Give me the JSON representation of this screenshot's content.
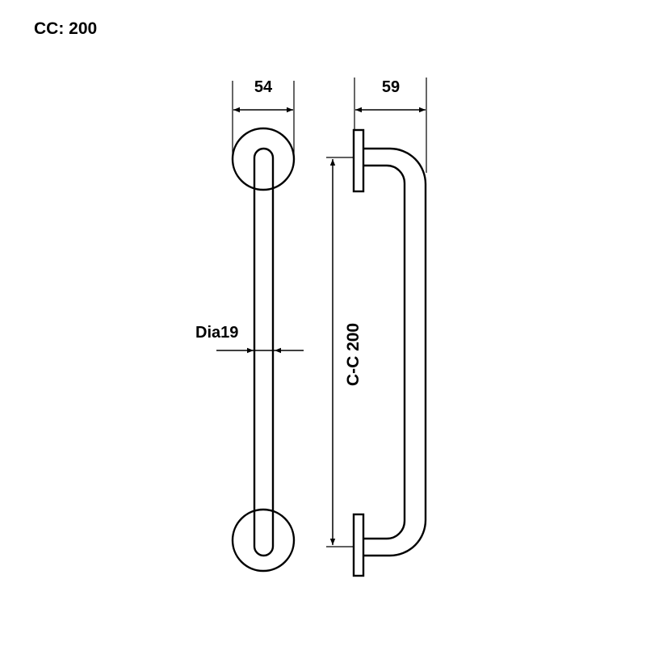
{
  "header": {
    "title": "CC: 200"
  },
  "dimensions": {
    "rose_width": "54",
    "projection": "59",
    "bar_diameter": "Dia19",
    "center_to_center": "C-C 200"
  }
}
